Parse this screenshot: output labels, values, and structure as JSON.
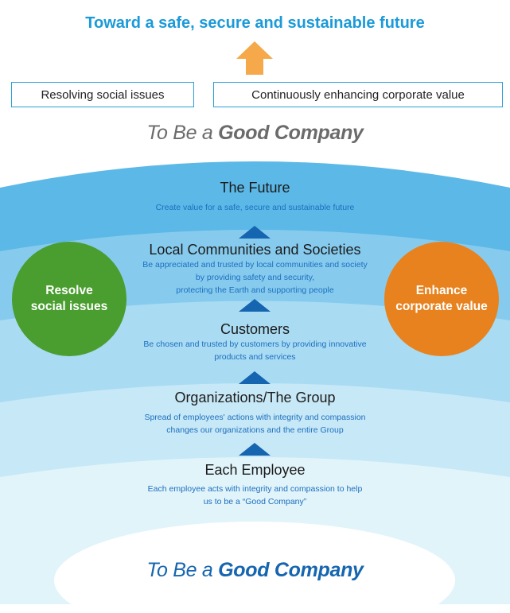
{
  "headline": "Toward a safe, secure and sustainable future",
  "boxes": {
    "left": "Resolving social issues",
    "right": "Continuously enhancing corporate value"
  },
  "motto": {
    "prefix": "To Be a ",
    "emphasis": "Good Company"
  },
  "layers": [
    {
      "title": "The Future",
      "description": [
        "Create value for a safe, secure and sustainable future"
      ]
    },
    {
      "title": "Local Communities and Societies",
      "description": [
        "Be appreciated and trusted by local communities and society",
        "by providing safety and security,",
        "protecting the Earth and supporting people"
      ]
    },
    {
      "title": "Customers",
      "description": [
        "Be chosen and trusted by customers by providing innovative",
        "products and services"
      ]
    },
    {
      "title": "Organizations/The Group",
      "description": [
        "Spread of employees' actions with integrity and compassion",
        "changes our organizations and the entire Group"
      ]
    },
    {
      "title": "Each Employee",
      "description": [
        "Each employee acts with integrity and compassion to help",
        "us to be a “Good Company”"
      ]
    }
  ],
  "circles": {
    "left": {
      "line1": "Resolve",
      "line2": "social issues",
      "color": "#4a9e2f"
    },
    "right": {
      "line1": "Enhance",
      "line2": "corporate value",
      "color": "#e8821e"
    }
  },
  "colors": {
    "headline": "#1a9ad9",
    "arrow_up": "#f5a94a",
    "layer_arrow": "#1565b0",
    "band_1": "#5cb8e6",
    "band_2": "#86cbee",
    "band_3": "#a9dbf3",
    "band_4": "#c7e8f6",
    "band_5": "#e1f4fa",
    "core": "#ffffff"
  }
}
